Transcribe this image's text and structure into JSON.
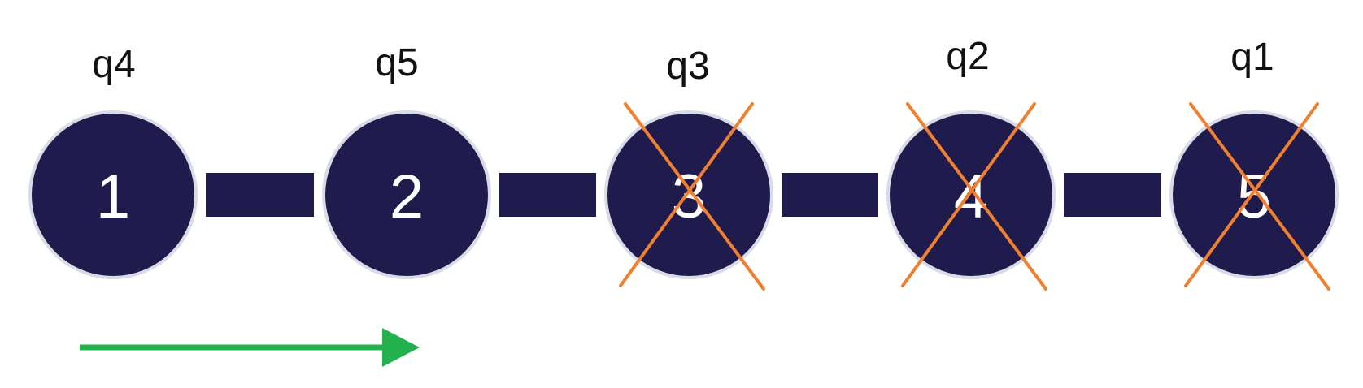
{
  "colors": {
    "node_fill": "#1f1c4d",
    "node_stroke": "#d9dbe6",
    "link_fill": "#1f1c4d",
    "cross_color": "#f07f2e",
    "arrow_color": "#22b14c",
    "label_color": "#111111",
    "node_text_color": "#ffffff"
  },
  "nodes": [
    {
      "number": "1",
      "label": "q4",
      "crossed": false
    },
    {
      "number": "2",
      "label": "q5",
      "crossed": false
    },
    {
      "number": "3",
      "label": "q3",
      "crossed": true
    },
    {
      "number": "4",
      "label": "q2",
      "crossed": true
    },
    {
      "number": "5",
      "label": "q1",
      "crossed": true
    }
  ],
  "arrow": {
    "direction": "right",
    "icon": "arrow-right-icon"
  },
  "cross_icon": "cross-out-icon"
}
